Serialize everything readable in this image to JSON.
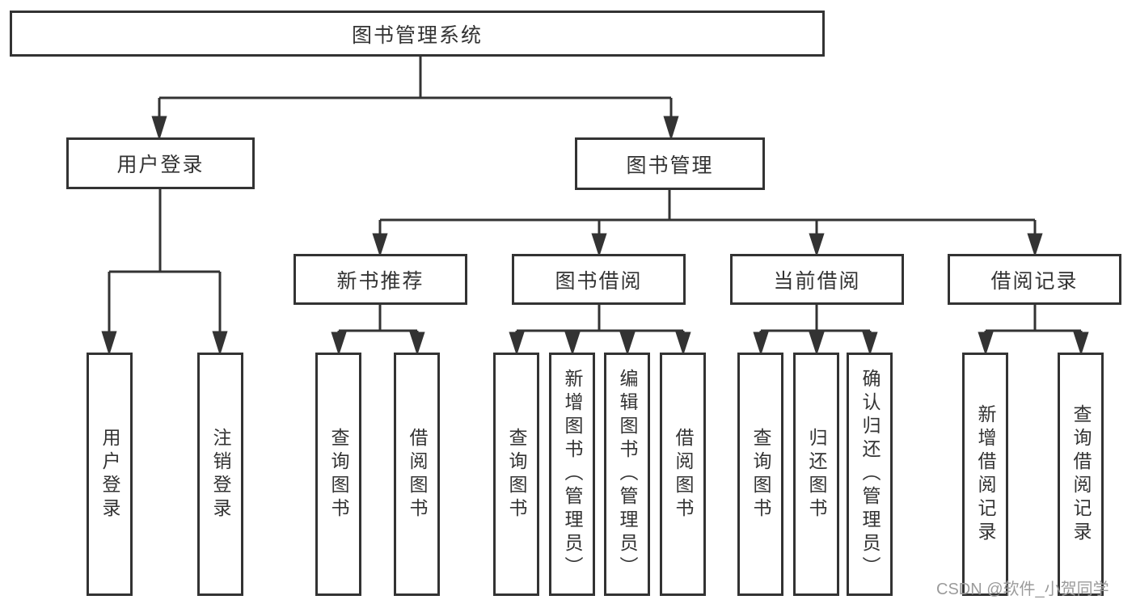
{
  "diagram": {
    "title": "图书管理系统",
    "branches": [
      {
        "label": "用户登录",
        "children": [
          {
            "label": "用户登录"
          },
          {
            "label": "注销登录"
          }
        ]
      },
      {
        "label": "图书管理",
        "children": [
          {
            "label": "新书推荐",
            "children": [
              {
                "label": "查询图书"
              },
              {
                "label": "借阅图书"
              }
            ]
          },
          {
            "label": "图书借阅",
            "children": [
              {
                "label": "查询图书"
              },
              {
                "label": "新增图书（管理员）"
              },
              {
                "label": "编辑图书（管理员）"
              },
              {
                "label": "借阅图书"
              }
            ]
          },
          {
            "label": "当前借阅",
            "children": [
              {
                "label": "查询图书"
              },
              {
                "label": "归还图书"
              },
              {
                "label": "确认归还（管理员）"
              }
            ]
          },
          {
            "label": "借阅记录",
            "children": [
              {
                "label": "新增借阅记录"
              },
              {
                "label": "查询借阅记录"
              }
            ]
          }
        ]
      }
    ]
  },
  "watermark": {
    "text": "CSDN @软件_小贺同学"
  },
  "colors": {
    "line": "#333333",
    "node_border": "#333333",
    "text": "#333333",
    "watermark": "#9b9b9b"
  }
}
